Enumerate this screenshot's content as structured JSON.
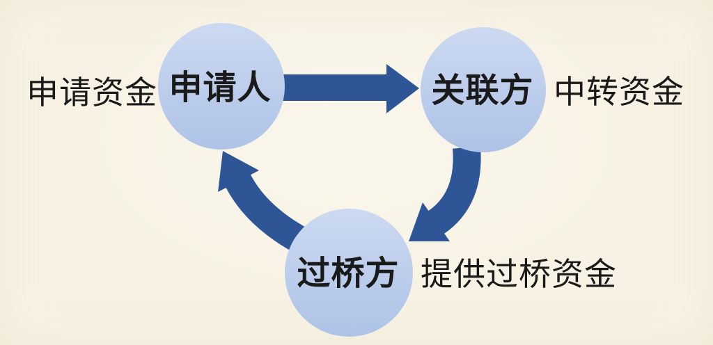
{
  "diagram": {
    "background_color": "#f7f2e3",
    "arrow_color": "#2e5697",
    "node_fill_top": "#ccd9f1",
    "node_fill_bottom": "#aec3e7",
    "text_color": "#1a1a1a",
    "nodes": [
      {
        "id": "applicant",
        "label": "申请人"
      },
      {
        "id": "related-party",
        "label": "关联方"
      },
      {
        "id": "bridge-party",
        "label": "过桥方"
      }
    ],
    "captions": [
      {
        "for": "applicant",
        "label": "申请资金"
      },
      {
        "for": "related-party",
        "label": "中转资金"
      },
      {
        "for": "bridge-party",
        "label": "提供过桥资金"
      }
    ],
    "arrows": [
      {
        "from": "申请人",
        "to": "关联方",
        "shape": "straight"
      },
      {
        "from": "关联方",
        "to": "过桥方",
        "shape": "curved"
      },
      {
        "from": "过桥方",
        "to": "申请人",
        "shape": "curved"
      }
    ]
  }
}
